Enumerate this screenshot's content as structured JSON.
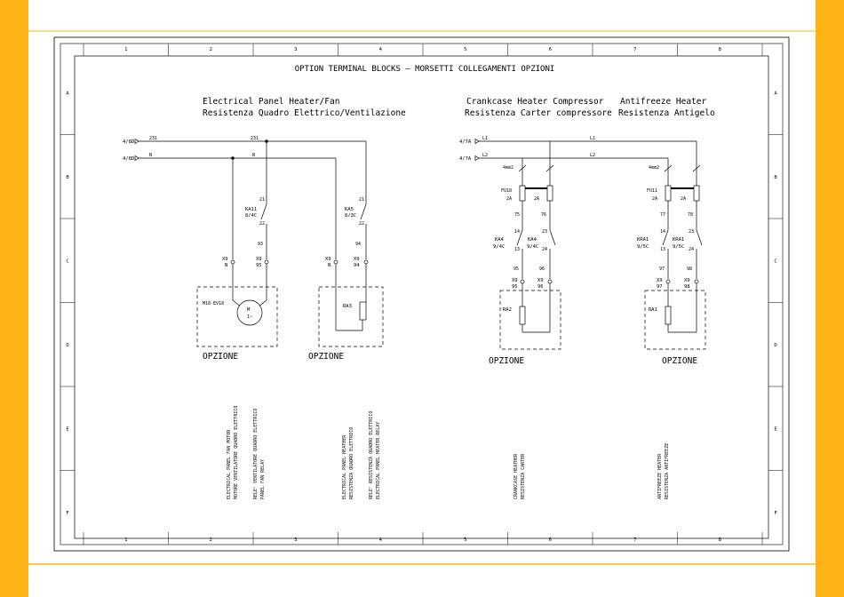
{
  "colors": {
    "accent": "#FDB515",
    "line": "#000000",
    "background": "#ffffff"
  },
  "drawing": {
    "title": "OPTION TERMINAL BLOCKS – MORSETTI COLLEGAMENTI OPZIONI",
    "columns": [
      "1",
      "2",
      "3",
      "4",
      "5",
      "6",
      "7",
      "8"
    ],
    "rows": [
      "A",
      "B",
      "C",
      "D",
      "E",
      "F"
    ],
    "section_panel": {
      "line1": "Electrical Panel Heater/Fan",
      "line2": "Resistenza Quadro Elettrico/Ventilazione"
    },
    "section_crankcase": {
      "line1": "Crankcase Heater Compressor",
      "line2": "Resistenza Carter compressore"
    },
    "section_antifreeze": {
      "line1": "Antifreeze Heater",
      "line2": "Resistenza Antigelo"
    },
    "left_refs": {
      "ref1": "4/8D",
      "ref2": "4/8D",
      "wire1": "231",
      "wire2": "N",
      "wire1b": "231",
      "wire2b": "N"
    },
    "right_refs": {
      "ref1": "4/7A",
      "ref2": "4/7A",
      "wire1": "L1",
      "wire2": "L2",
      "wire1b": "L1",
      "wire2b": "L2"
    },
    "fan": {
      "relay": "KA11",
      "relay_ref": "8/4C",
      "c1": "21",
      "c2": "22",
      "wire": "93",
      "term_n": "X9",
      "term_n2": "N",
      "term_p": "X9",
      "term_p2": "95",
      "motor_code": "M18-EV18",
      "motor_m": "M",
      "motor_1": "1~",
      "opzione": "OPZIONE"
    },
    "panel_heater": {
      "relay": "KA5",
      "relay_ref": "8/3C",
      "c1": "21",
      "c2": "22",
      "wire": "94",
      "term_n": "X9",
      "term_n2": "N",
      "term_p": "X9",
      "term_p2": "94",
      "heater": "RA3",
      "opzione": "OPZIONE"
    },
    "crankcase": {
      "cable": "4mm2",
      "fuse": "FU18",
      "fuse_a1": "2A",
      "fuse_a2": "2A",
      "w1": "75",
      "w2": "76",
      "r1": "KA4",
      "r1_ref": "9/4C",
      "r2": "KA4",
      "r2_ref": "9/4C",
      "c1": "14",
      "c2": "13",
      "c3": "23",
      "c4": "24",
      "w3": "95",
      "w4": "96",
      "tx1": "X9",
      "tx1n": "95",
      "tx2": "X9",
      "tx2n": "96",
      "heater": "RA2",
      "opzione": "OPZIONE"
    },
    "antifreeze": {
      "cable": "4mm2",
      "fuse": "FU11",
      "fuse_a1": "2A",
      "fuse_a2": "2A",
      "w1": "77",
      "w2": "78",
      "r1": "KRA1",
      "r1_ref": "9/5C",
      "r2": "KRA1",
      "r2_ref": "9/5C",
      "c1": "14",
      "c2": "13",
      "c3": "23",
      "c4": "24",
      "w3": "97",
      "w4": "98",
      "tx1": "X9",
      "tx1n": "97",
      "tx2": "X9",
      "tx2n": "98",
      "heater": "RA1",
      "opzione": "OPZIONE"
    },
    "vertical_labels": {
      "fan_1": "ELECTRICAL PANEL FAN MOTOR",
      "fan_2": "MOTORE VENTILATORE QUADRO ELETTRICO",
      "fan_3": "RELE' VENTILATORE QUADRO ELETTRICO",
      "fan_4": "PANEL FAN RELAY",
      "heater_1": "ELECTRICAL PANEL HEATHER",
      "heater_2": "RESISTENZA QUADRO ELETTRICO",
      "heater_3": "RELE' RESISTENZA QUADRO ELETTRICO",
      "heater_4": "ELECTRICAL PANEL HEATER RELAY",
      "crank_1": "CRANKCASE HEATHER",
      "crank_2": "RESISTENZA CARTER",
      "anti_1": "ANTIFREEZE HEATER",
      "anti_2": "RESISTENZA ANTIFREEZE"
    }
  }
}
